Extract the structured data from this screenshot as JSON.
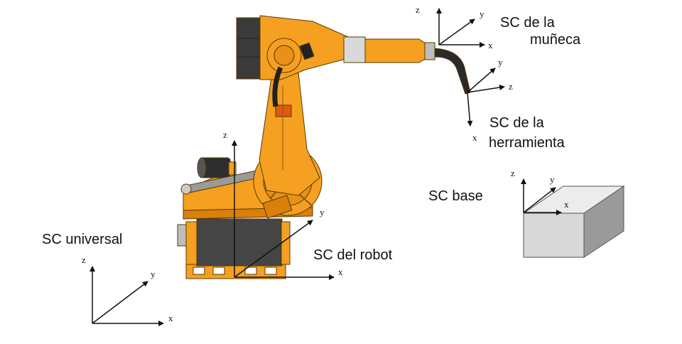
{
  "labels": {
    "wrist_line1": "SC de la",
    "wrist_line2": "muñeca",
    "tool_line1": "SC de la",
    "tool_line2": "herramienta",
    "base": "SC base",
    "universal": "SC universal",
    "robot": "SC del robot"
  },
  "axes": {
    "wrist": {
      "x": "x",
      "y": "y",
      "z": "z"
    },
    "tool": {
      "x": "x",
      "y": "y",
      "z": "z"
    },
    "base": {
      "x": "x",
      "y": "y",
      "z": "z"
    },
    "universal": {
      "x": "x",
      "y": "y",
      "z": "z"
    },
    "robot": {
      "x": "x",
      "y": "y",
      "z": "z"
    }
  },
  "colors": {
    "robot_orange": "#f5a020",
    "robot_orange_dark": "#d97f0a",
    "base_gray": "#454545",
    "cube_front": "#d8d8d8",
    "cube_top": "#ececec",
    "cube_side": "#9a9a9a"
  }
}
